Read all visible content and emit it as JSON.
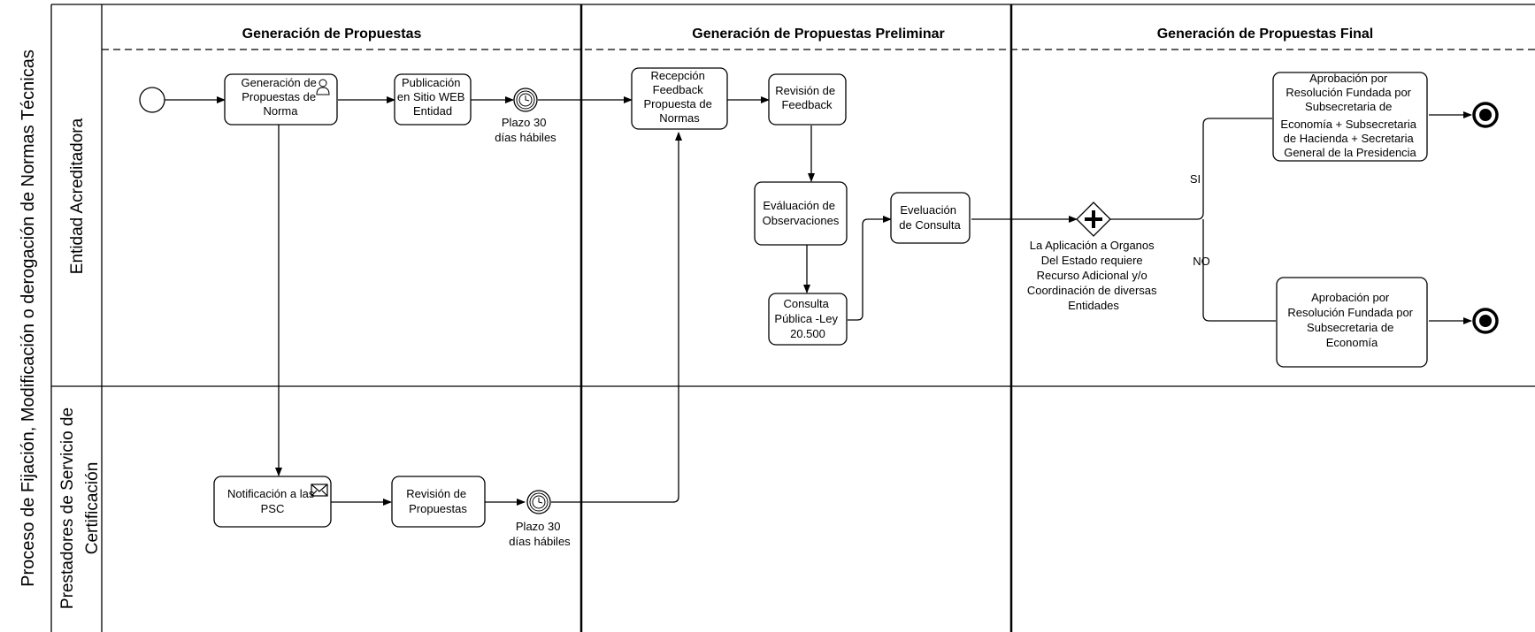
{
  "pool": {
    "title": "Proceso de Fijación, Modificación o derogación de Normas Técnicas",
    "lanes": [
      {
        "label": "Entidad Acreditadora"
      },
      {
        "label_line1": "Prestadores de Servicio de",
        "label_line2": "Certificación"
      }
    ]
  },
  "phases": [
    {
      "title": "Generación  de Propuestas"
    },
    {
      "title": "Generación  de Propuestas Preliminar"
    },
    {
      "title": "Generación  de Propuestas Final"
    }
  ],
  "tasks": {
    "generacion": [
      "Generación de",
      "Propuestas de",
      "Norma"
    ],
    "publicacion": [
      "Publicación",
      "en Sitio WEB",
      "Entidad"
    ],
    "recepcion": [
      "Recepción",
      "Feedback",
      "Propuesta de",
      "Normas"
    ],
    "revision_feedback": [
      "Revisión de",
      "Feedback"
    ],
    "evaluacion_obs": [
      "Eváluación de",
      "Observaciones"
    ],
    "consulta_publica": [
      "Consulta",
      "Pública -Ley",
      "20.500"
    ],
    "evaluacion_consulta": [
      "Eveluación",
      "de Consulta"
    ],
    "aprobacion_si": [
      "Aprobación por",
      "Resolución Fundada por",
      "Subsecretaria de",
      "Economía + Subsecretaria",
      "de Hacienda + Secretaria",
      "General de la Presidencia"
    ],
    "aprobacion_no": [
      "Aprobación por",
      "Resolución Fundada por",
      "Subsecretaria de",
      "Economía"
    ],
    "notificacion": [
      "Notificación a las",
      "PSC"
    ],
    "revision_propuestas": [
      "Revisión de",
      "Propuestas"
    ]
  },
  "timers": {
    "timer1": [
      "Plazo 30",
      "días hábiles"
    ],
    "timer2": [
      "Plazo 30",
      "días hábiles"
    ]
  },
  "gateway": {
    "label": [
      "La Aplicación a Organos",
      "Del Estado requiere",
      "Recurso Adicional y/o",
      "Coordinación de diversas",
      "Entidades"
    ],
    "yes": "SI",
    "no": "NO"
  }
}
